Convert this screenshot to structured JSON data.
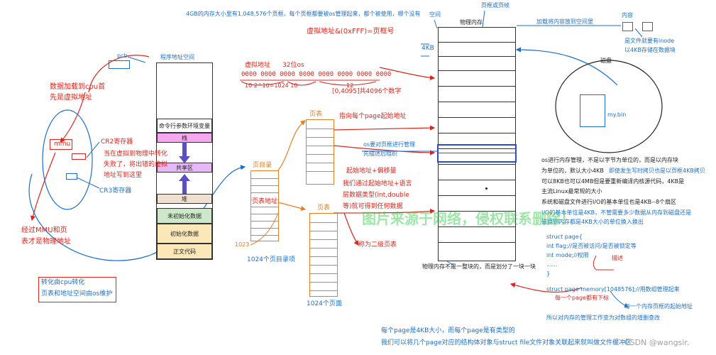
{
  "top": {
    "info": "4GB的内存大小里有1,048,576个页框，每个页框都要被os管理起来，都个被使用，哪个没有",
    "vaddr_formula": "虚拟地址&(0xFFF)=页框号"
  },
  "pcb": {
    "label": "pcb",
    "space_label": "程序地址空间",
    "segments": [
      "命令行参数环境变量",
      "栈",
      "共享区",
      "堆",
      "未初始化数据",
      "初始化数据",
      "正文代码"
    ]
  },
  "left": {
    "load_note_1": "数据加载到cpu首",
    "load_note_2": "先是虚拟地址",
    "mmu": "mmu",
    "cr2": "CR2寄存器",
    "cr2_desc_1": "当在虚拟到物理中转化",
    "cr2_desc_2": "失败了，将出错的虚拟",
    "cr2_desc_3": "地址写到这里",
    "cr3": "CR3寄存器",
    "phys_note_1": "经过MMU和页",
    "phys_note_2": "表才是物理地址",
    "cpu_note_1": "转化由cpu转化",
    "cpu_note_2": "页表和地址空间由os维护"
  },
  "vaddr": {
    "title": "虚拟地址",
    "bits": "32位os",
    "binary": "0000 0000 0000 0000 0000 0000 0000 0000",
    "split": "10    2^10=1024  10",
    "twelve": "12",
    "range": "[0,4095]共4096个数字"
  },
  "pagetable": {
    "pt_label": "页表",
    "pt_pointer": "指向每个page起始地址",
    "pd_label": "页目录",
    "pd_addr": "页表地址",
    "pd_last": "1023",
    "pd_count": "1024个页目录项",
    "os_manage_1": "os要对页框进行管理",
    "os_manage_2": "先描述后组织",
    "offset_1": "起始地址+偏移量",
    "offset_2": "我们通过起始地址+语言",
    "offset_3": "层数据类型(int,double",
    "offset_4": "等)就可得到任何数据",
    "pt2_label": "页表",
    "second_level": "称为二级页表",
    "page_count": "1024个页面"
  },
  "phys": {
    "frame_label": "页框或页帧",
    "space": "空间",
    "title": "物理内存",
    "size": "4KB",
    "bottom_note": "物理内存不是一整块的，而是划分了一块一块"
  },
  "right": {
    "load_note": "加载将内容放到空间里",
    "content": "内容",
    "file_note_1": "是文件就要有inode",
    "file_note_2": "以4KB存储在数据块",
    "disk": "磁盘",
    "file": "my.bin",
    "unit_1": "os进行内存管理，不是以字节为单位的，而是以内存块",
    "unit_2": "为单位的，默认大小4KB",
    "copy_note": "即使发生写时拷贝也是以页框4KB拷贝",
    "file_size_1": "可以8KB也可以4MB但是要重新编译内核源代码，4KB是",
    "file_size_2": "主流Linux最常规的大小",
    "io_1": "系统和磁盘文件进行I/O的基本单位也是4KB--8个扇区",
    "io_2": "I/O的基本单位是4KB，不管需要多少数据从内存到磁盘还是",
    "io_3": "磁盘到内存都是4KB大小的单位换入换出",
    "struct_1": "struct page{",
    "struct_2": "int flag;//是否被访问/是否被锁定等",
    "struct_3": "int mode;//权限",
    "struct_4": "......",
    "struct_5": "}",
    "struct_desc": "描述",
    "mem_array": "struct page memory[1048576];//用数组管理起来",
    "mem_sub": "每一个page都有下标",
    "mem_addr": "每一个内存页框的起始地址",
    "mem_conclusion": "所以对内存的管理工作变为对数组的增删查改"
  },
  "bottom": {
    "line1": "每个page是4KB大小，而每个page是有类型的",
    "line2": "我们可以将几个page对应的结构体对象与struct file文件对象关联起来就叫做文件缓冲区"
  },
  "watermark": "图片来源于网络，侵权联系删除！",
  "csdn": "CSDN @wangsir.",
  "colors": {
    "blue": "#1a6fd0",
    "red": "#e0241b",
    "orange": "#e97d22",
    "pink": "#f5a8f0",
    "shared": "#e6b8f5",
    "green": "#cde8c8",
    "yellow": "#fbe7b8"
  }
}
